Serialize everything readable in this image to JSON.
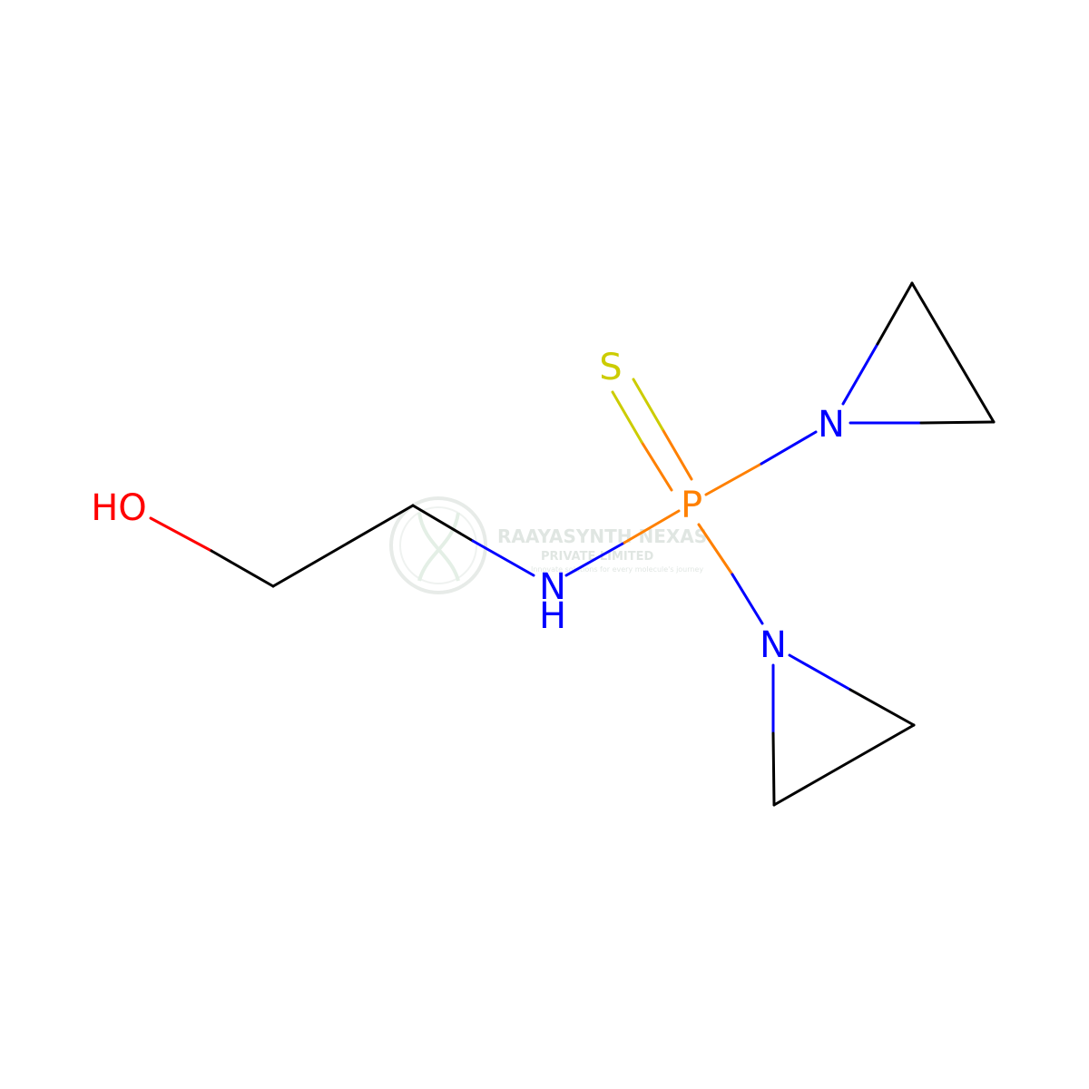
{
  "colors": {
    "carbon_bond": "#000000",
    "nitrogen": "#0000ff",
    "oxygen": "#ff0000",
    "sulfur": "#cccc00",
    "phosphorus": "#ff8000",
    "watermark": "#c8d2cc"
  },
  "atoms": {
    "hydroxyl": "HO",
    "amine_n": "N",
    "amine_h": "H",
    "phosphorus": "P",
    "sulfur": "S",
    "aziridine_n_upper": "N",
    "aziridine_n_lower": "N"
  },
  "watermark": {
    "company": "RAAYASYNTH NEXAS",
    "subtitle": "PRIVATE LIMITED",
    "tagline": "Innovate solutions for every molecule's journey"
  }
}
